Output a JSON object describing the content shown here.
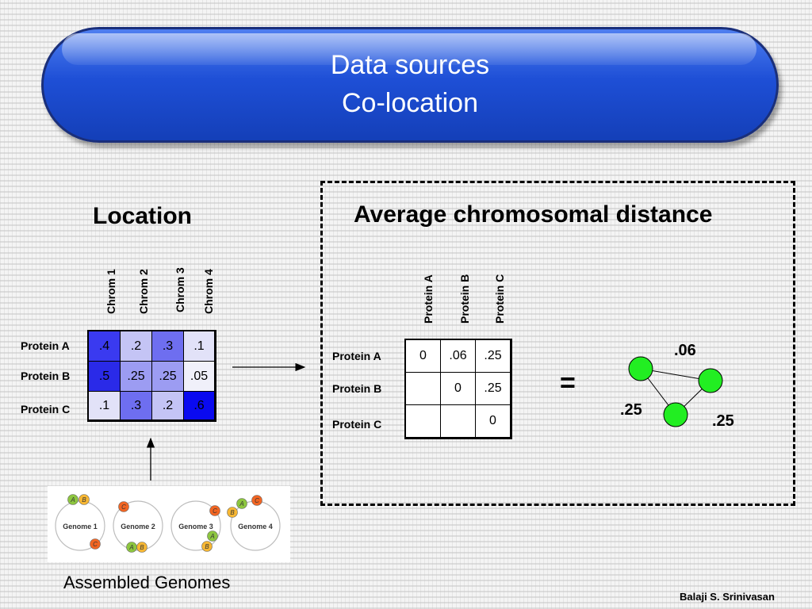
{
  "title": {
    "line1": "Data sources",
    "line2": "Co-location"
  },
  "location": {
    "heading": "Location",
    "columns": [
      "Chrom 1",
      "Chrom 2",
      "Chrom 3",
      "Chrom 4"
    ],
    "rows": [
      "Protein A",
      "Protein B",
      "Protein C"
    ],
    "matrix": [
      [
        ".4",
        ".2",
        ".3",
        ".1"
      ],
      [
        ".5",
        ".25",
        ".25",
        ".05"
      ],
      [
        ".1",
        ".3",
        ".2",
        ".6"
      ]
    ],
    "cell_colors": [
      [
        "#3a3af0",
        "#c4c4f5",
        "#6e6ef0",
        "#e2e2f8"
      ],
      [
        "#2a2ae8",
        "#9c9cf2",
        "#9c9cf2",
        "#f0f0fa"
      ],
      [
        "#e2e2f8",
        "#6e6ef0",
        "#c4c4f5",
        "#0a0af0"
      ]
    ]
  },
  "distance": {
    "heading": "Average chromosomal distance",
    "columns": [
      "Protein A",
      "Protein B",
      "Protein C"
    ],
    "rows": [
      "Protein A",
      "Protein B",
      "Protein C"
    ],
    "matrix": [
      [
        "0",
        ".06",
        ".25"
      ],
      [
        "",
        "0",
        ".25"
      ],
      [
        "",
        "",
        "0"
      ]
    ]
  },
  "equals": "=",
  "graph": {
    "node_color": "#22ee22",
    "edge_labels": {
      "top": ".06",
      "left": ".25",
      "right": ".25"
    }
  },
  "genomes": {
    "caption": "Assembled Genomes",
    "genome_labels": [
      "Genome 1",
      "Genome 2",
      "Genome 3",
      "Genome 4"
    ],
    "gene_labels": {
      "a": "A",
      "b": "B",
      "c": "C"
    },
    "gene_colors": {
      "a": "#8dc63f",
      "b": "#f7b733",
      "c": "#f26522"
    }
  },
  "author": "Balaji S. Srinivasan"
}
